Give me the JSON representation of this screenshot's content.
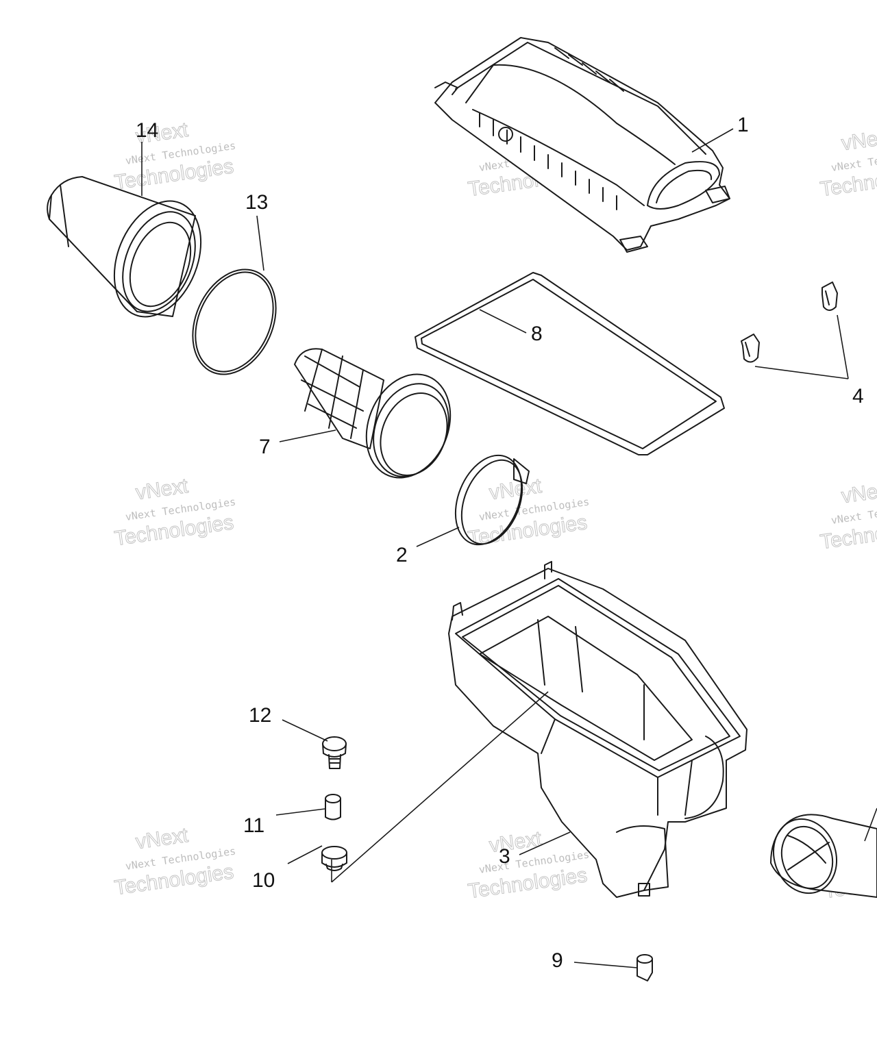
{
  "callouts": {
    "c1": "1",
    "c2": "2",
    "c3": "3",
    "c4": "4",
    "c7": "7",
    "c8": "8",
    "c9": "9",
    "c10": "10",
    "c11": "11",
    "c12": "12",
    "c13": "13",
    "c14": "14"
  },
  "watermark": {
    "line1": "vNext",
    "line2": "vNext Technologies",
    "line3": "Technologies"
  }
}
